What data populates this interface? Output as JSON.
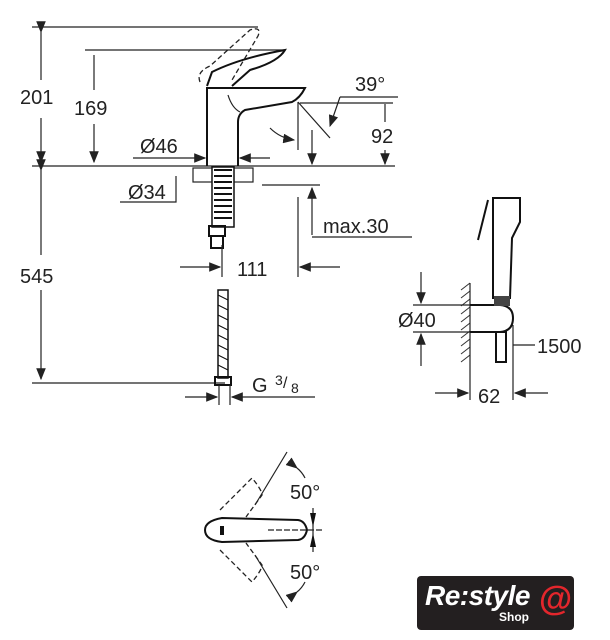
{
  "dimensions": {
    "total_height": "201",
    "spout_height": "169",
    "spout_angle": "39°",
    "outlet_height": "92",
    "base_diameter": "Ø46",
    "hole_diameter": "Ø34",
    "max_thickness": "max.30",
    "projection": "111",
    "hose_length": "545",
    "connection_thread": "G",
    "connection_fraction_num": "3",
    "connection_fraction_den": "8",
    "spray_holder_diameter": "Ø40",
    "spray_hose_length": "1500",
    "spray_projection": "62",
    "rotation_left": "50°",
    "rotation_right": "50°"
  },
  "logo": {
    "main": "Re:style",
    "sub": "Shop",
    "symbol": "@",
    "accent": "#e3262c"
  }
}
